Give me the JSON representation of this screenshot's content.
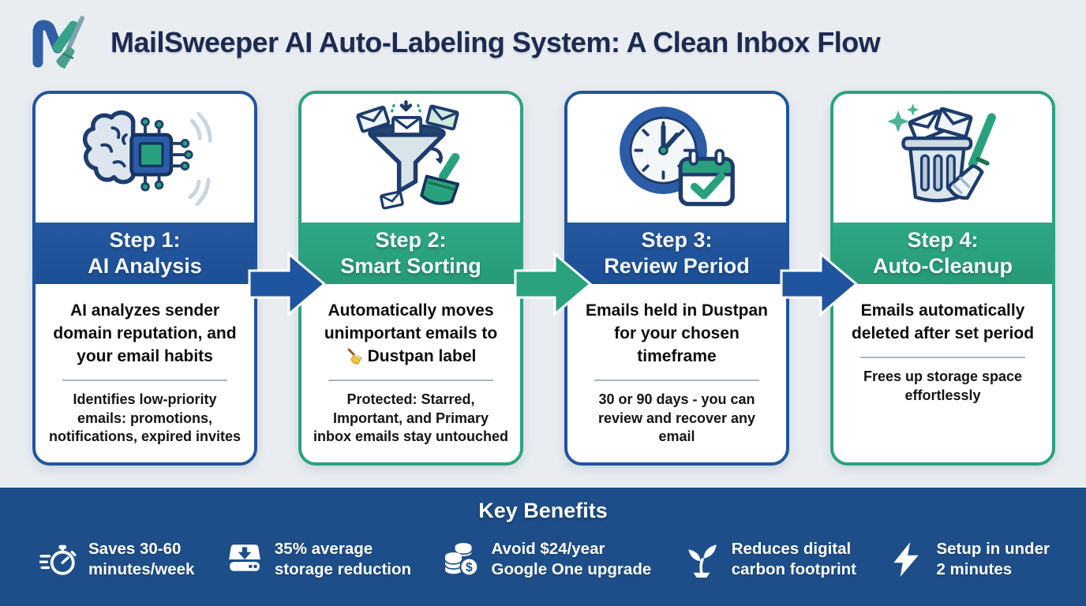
{
  "header": {
    "title": "MailSweeper AI Auto-Labeling System: A Clean Inbox Flow"
  },
  "steps": [
    {
      "label": "Step 1:",
      "name": "AI Analysis",
      "body": "AI analyzes sender domain reputation, and your email habits",
      "note": "Identifies low-priority emails: promotions, notifications, expired invites",
      "icon": "brain-chip-icon",
      "accent": "#1f549e"
    },
    {
      "label": "Step 2:",
      "name": "Smart Sorting",
      "body": "Automatically moves unimportant emails to",
      "dustpan_label": "Dustpan label",
      "note": "Protected: Starred, Important, and Primary inbox emails stay untouched",
      "icon": "funnel-sorting-icon",
      "accent": "#2aa280"
    },
    {
      "label": "Step 3:",
      "name": "Review Period",
      "body": "Emails held in Dustpan for your chosen timeframe",
      "note": "30 or 90 days - you can review and recover any email",
      "icon": "clock-calendar-icon",
      "accent": "#1f549e"
    },
    {
      "label": "Step 4:",
      "name": "Auto-Cleanup",
      "body": "Emails automatically deleted after set period",
      "note": "Frees up storage space effortlessly",
      "icon": "trash-broom-icon",
      "accent": "#2aa280"
    }
  ],
  "benefits": {
    "heading": "Key Benefits",
    "items": [
      {
        "icon": "stopwatch-icon",
        "line1": "Saves 30-60",
        "line2": "minutes/week"
      },
      {
        "icon": "storage-icon",
        "line1": "35% average",
        "line2": "storage reduction"
      },
      {
        "icon": "dollar-coins-icon",
        "line1": "Avoid $24/year",
        "line2": "Google One upgrade"
      },
      {
        "icon": "plant-icon",
        "line1": "Reduces digital",
        "line2": "carbon footprint"
      },
      {
        "icon": "lightning-icon",
        "line1": "Setup in under",
        "line2": "2 minutes"
      }
    ]
  },
  "colors": {
    "background": "#e9edf1",
    "blue_accent": "#1f549e",
    "green_accent": "#2aa280",
    "bar_blue": "#1d4e8a",
    "title_navy": "#1b2b50"
  }
}
